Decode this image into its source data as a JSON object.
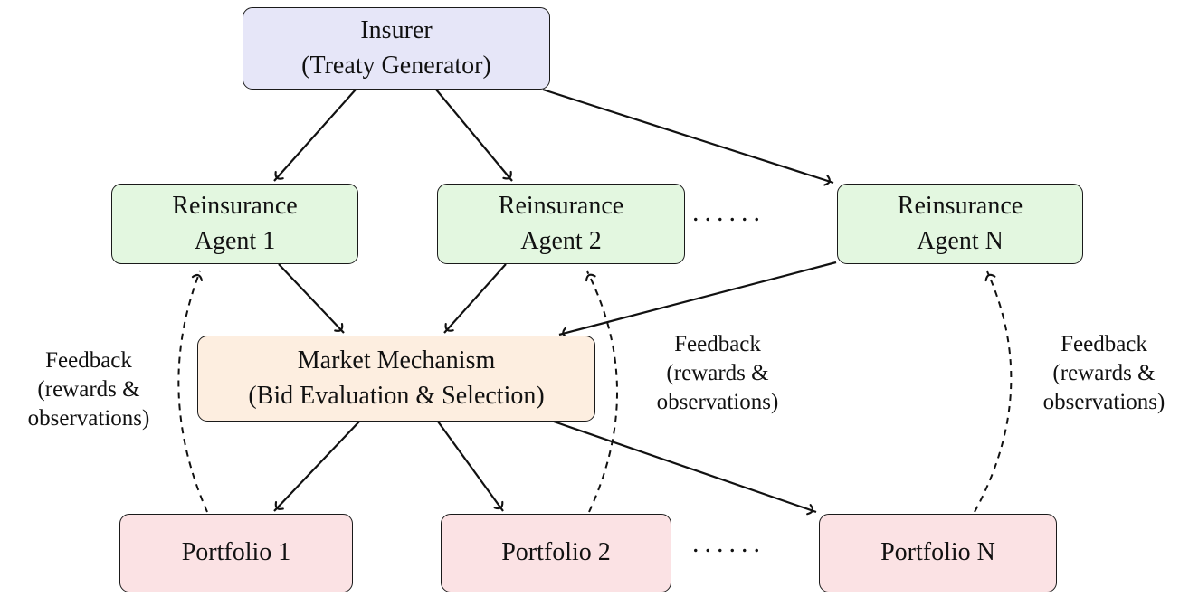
{
  "figure": {
    "nodes": {
      "insurer": {
        "line1": "Insurer",
        "line2": "(Treaty Generator)"
      },
      "agent1": {
        "line1": "Reinsurance",
        "line2": "Agent 1"
      },
      "agent2": {
        "line1": "Reinsurance",
        "line2": "Agent 2"
      },
      "agent_n": {
        "line1": "Reinsurance",
        "line2": "Agent N"
      },
      "market": {
        "line1": "Market Mechanism",
        "line2": "(Bid Evaluation & Selection)"
      },
      "portfolio1": {
        "line1": "Portfolio 1"
      },
      "portfolio2": {
        "line1": "Portfolio 2"
      },
      "portfolio_n": {
        "line1": "Portfolio N"
      }
    },
    "ellipsis": {
      "agents_row": "......",
      "portfolios_row": "......"
    },
    "feedback_labels": [
      {
        "line1": "Feedback",
        "line2": "(rewards &",
        "line3": "observations)"
      },
      {
        "line1": "Feedback",
        "line2": "(rewards &",
        "line3": "observations)"
      },
      {
        "line1": "Feedback",
        "line2": "(rewards &",
        "line3": "observations)"
      }
    ],
    "colors": {
      "insurer_fill": "#e6e6f8",
      "agent_fill": "#e3f7e0",
      "market_fill": "#fdeee0",
      "portfolio_fill": "#fbe2e4",
      "border": "#1a1a1a",
      "arrow": "#111111"
    }
  }
}
